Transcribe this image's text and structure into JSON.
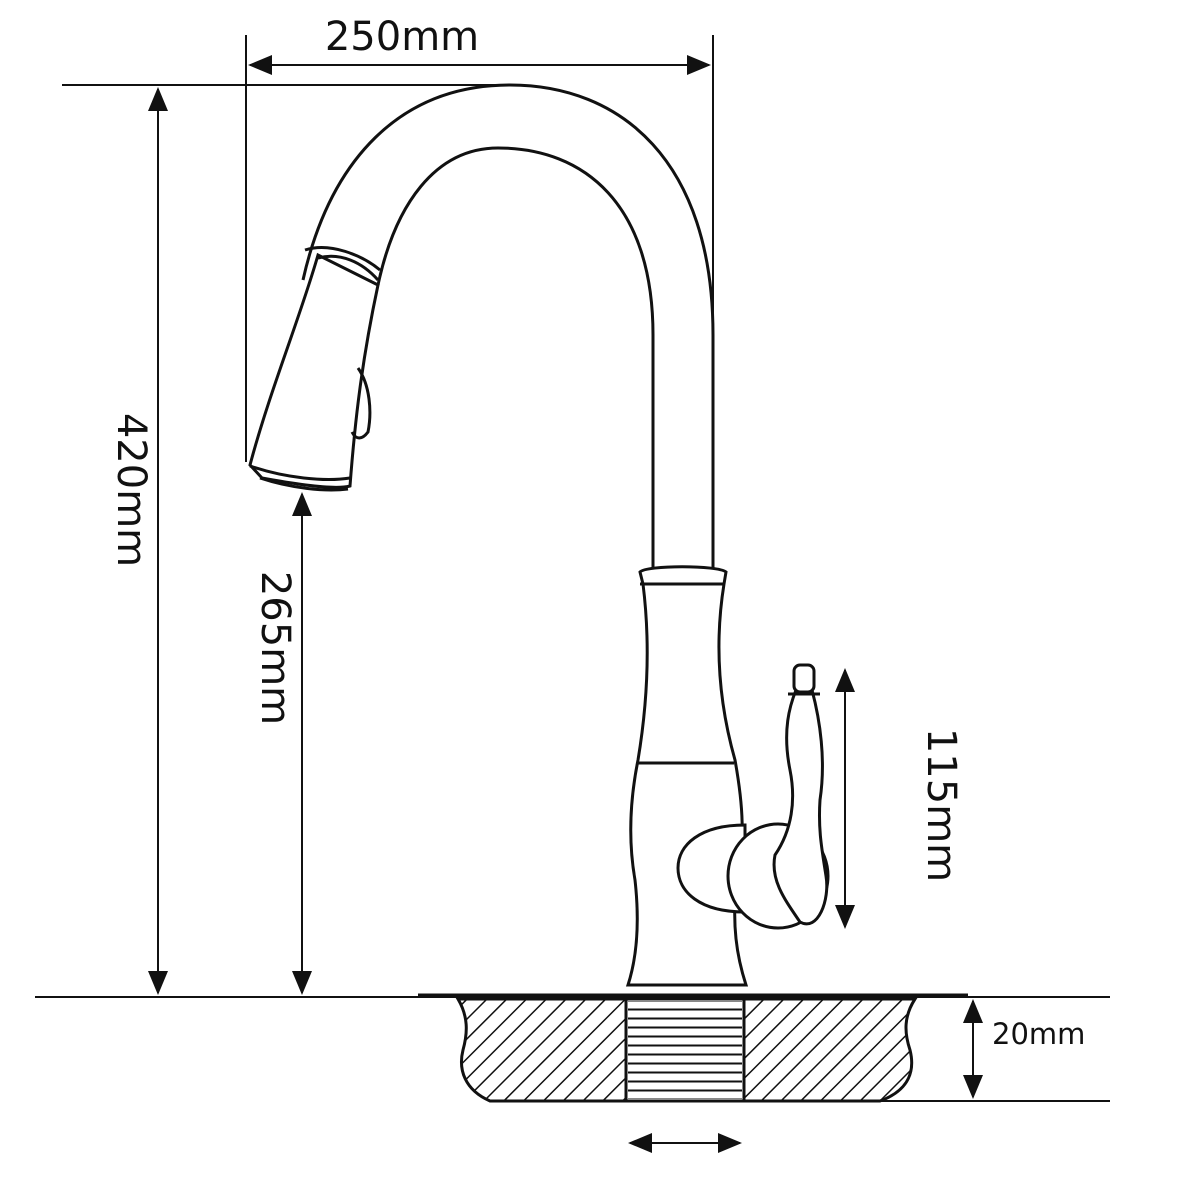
{
  "dimensions": {
    "width_label": "250mm",
    "total_height_label": "420mm",
    "spout_height_label": "265mm",
    "handle_height_label": "115mm",
    "deck_thickness_label": "20mm"
  },
  "colors": {
    "line": "#111111",
    "background": "#ffffff"
  }
}
